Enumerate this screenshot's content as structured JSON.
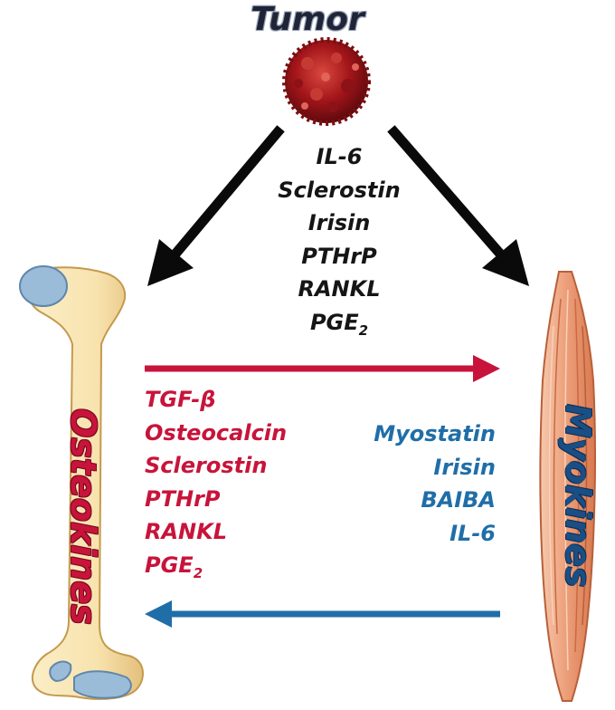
{
  "tumor": {
    "title": "Tumor",
    "factors": [
      "IL-6",
      "Sclerostin",
      "Irisin",
      "PTHrP",
      "RANKL",
      "PGE"
    ],
    "pge_subscript": "2"
  },
  "osteokines": {
    "title": "Osteokines",
    "factors": [
      "TGF-β",
      "Osteocalcin",
      "Sclerostin",
      "PTHrP",
      "RANKL",
      "PGE"
    ],
    "pge_subscript": "2"
  },
  "myokines": {
    "title": "Myokines",
    "factors": [
      "Myostatin",
      "Irisin",
      "BAIBA",
      "IL-6"
    ]
  },
  "colors": {
    "osteokine_red": "#c8143a",
    "myokine_blue": "#1f6ea8",
    "arrow_black": "#0a0a0a",
    "tumor_red": "#a3151a",
    "bone_beige": "#f8e3ae",
    "cartilage_blue": "#9bbcd8",
    "muscle_orange": "#eda07c"
  }
}
